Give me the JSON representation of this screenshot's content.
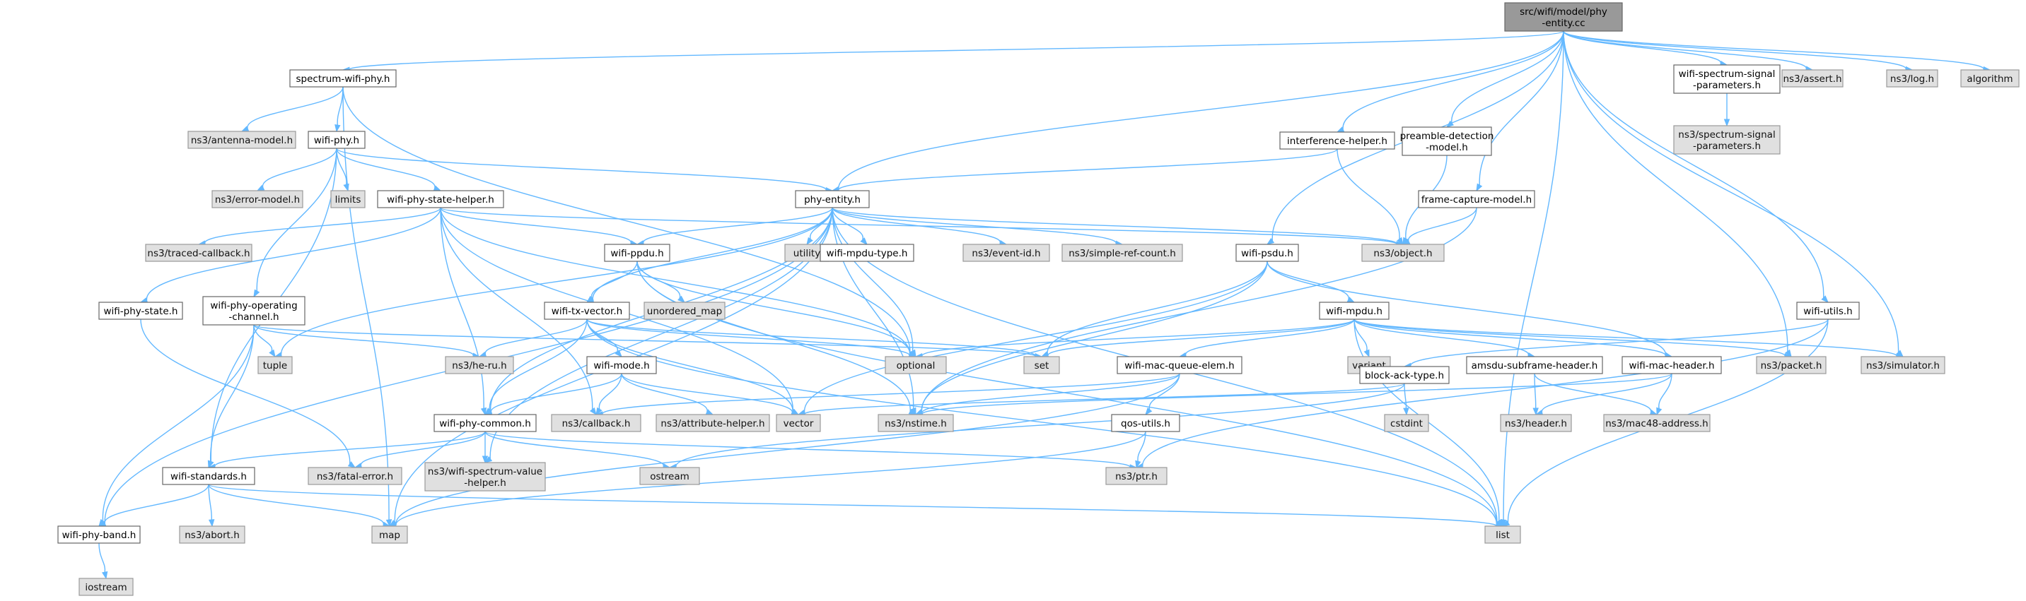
{
  "nodes": {
    "root": {
      "lines": [
        "src/wifi/model/phy",
        "-entity.cc"
      ],
      "kind": "root"
    },
    "spectrum_wifi_phy": {
      "lines": [
        "spectrum-wifi-phy.h"
      ],
      "kind": "local"
    },
    "antenna_model": {
      "lines": [
        "ns3/antenna-model.h"
      ],
      "kind": "ext"
    },
    "wifi_phy": {
      "lines": [
        "wifi-phy.h"
      ],
      "kind": "local"
    },
    "error_model": {
      "lines": [
        "ns3/error-model.h"
      ],
      "kind": "ext"
    },
    "limits": {
      "lines": [
        "limits"
      ],
      "kind": "ext"
    },
    "wifi_phy_state_helper": {
      "lines": [
        "wifi-phy-state-helper.h"
      ],
      "kind": "local"
    },
    "traced_callback": {
      "lines": [
        "ns3/traced-callback.h"
      ],
      "kind": "ext"
    },
    "wifi_phy_state": {
      "lines": [
        "wifi-phy-state.h"
      ],
      "kind": "local"
    },
    "wifi_phy_operating_channel": {
      "lines": [
        "wifi-phy-operating",
        "-channel.h"
      ],
      "kind": "local"
    },
    "tuple": {
      "lines": [
        "tuple"
      ],
      "kind": "ext"
    },
    "wifi_standards": {
      "lines": [
        "wifi-standards.h"
      ],
      "kind": "local"
    },
    "wifi_phy_band": {
      "lines": [
        "wifi-phy-band.h"
      ],
      "kind": "local"
    },
    "iostream": {
      "lines": [
        "iostream"
      ],
      "kind": "ext"
    },
    "abort": {
      "lines": [
        "ns3/abort.h"
      ],
      "kind": "ext"
    },
    "map": {
      "lines": [
        "map"
      ],
      "kind": "ext"
    },
    "fatal_error": {
      "lines": [
        "ns3/fatal-error.h"
      ],
      "kind": "ext"
    },
    "he_ru": {
      "lines": [
        "ns3/he-ru.h"
      ],
      "kind": "ext"
    },
    "wifi_phy_common": {
      "lines": [
        "wifi-phy-common.h"
      ],
      "kind": "local"
    },
    "wifi_spectrum_value_helper": {
      "lines": [
        "ns3/wifi-spectrum-value",
        "-helper.h"
      ],
      "kind": "ext"
    },
    "ostream": {
      "lines": [
        "ostream"
      ],
      "kind": "ext"
    },
    "ns3_ptr": {
      "lines": [
        "ns3/ptr.h"
      ],
      "kind": "ext"
    },
    "wifi_mode": {
      "lines": [
        "wifi-mode.h"
      ],
      "kind": "local"
    },
    "ns3_callback": {
      "lines": [
        "ns3/callback.h"
      ],
      "kind": "ext"
    },
    "attribute_helper": {
      "lines": [
        "ns3/attribute-helper.h"
      ],
      "kind": "ext"
    },
    "vector": {
      "lines": [
        "vector"
      ],
      "kind": "ext"
    },
    "nstime": {
      "lines": [
        "ns3/nstime.h"
      ],
      "kind": "ext"
    },
    "wifi_tx_vector": {
      "lines": [
        "wifi-tx-vector.h"
      ],
      "kind": "local"
    },
    "wifi_ppdu": {
      "lines": [
        "wifi-ppdu.h"
      ],
      "kind": "local"
    },
    "unordered_map": {
      "lines": [
        "unordered_map"
      ],
      "kind": "ext"
    },
    "optional": {
      "lines": [
        "optional"
      ],
      "kind": "ext"
    },
    "set": {
      "lines": [
        "set"
      ],
      "kind": "ext"
    },
    "list": {
      "lines": [
        "list"
      ],
      "kind": "ext"
    },
    "phy_entity": {
      "lines": [
        "phy-entity.h"
      ],
      "kind": "local"
    },
    "utility": {
      "lines": [
        "utility"
      ],
      "kind": "ext"
    },
    "wifi_mpdu_type": {
      "lines": [
        "wifi-mpdu-type.h"
      ],
      "kind": "local"
    },
    "event_id": {
      "lines": [
        "ns3/event-id.h"
      ],
      "kind": "ext"
    },
    "simple_ref_count": {
      "lines": [
        "ns3/simple-ref-count.h"
      ],
      "kind": "ext"
    },
    "ns3_object": {
      "lines": [
        "ns3/object.h"
      ],
      "kind": "ext"
    },
    "interference_helper": {
      "lines": [
        "interference-helper.h"
      ],
      "kind": "local"
    },
    "preamble_detection": {
      "lines": [
        "preamble-detection",
        "-model.h"
      ],
      "kind": "local"
    },
    "frame_capture": {
      "lines": [
        "frame-capture-model.h"
      ],
      "kind": "local"
    },
    "wifi_psdu": {
      "lines": [
        "wifi-psdu.h"
      ],
      "kind": "local"
    },
    "wifi_mpdu": {
      "lines": [
        "wifi-mpdu.h"
      ],
      "kind": "local"
    },
    "variant": {
      "lines": [
        "variant"
      ],
      "kind": "ext"
    },
    "wifi_mac_queue_elem": {
      "lines": [
        "wifi-mac-queue-elem.h"
      ],
      "kind": "local"
    },
    "qos_utils": {
      "lines": [
        "qos-utils.h"
      ],
      "kind": "local"
    },
    "block_ack_type": {
      "lines": [
        "block-ack-type.h"
      ],
      "kind": "local"
    },
    "cstdint": {
      "lines": [
        "cstdint"
      ],
      "kind": "ext"
    },
    "amsdu_subframe_header": {
      "lines": [
        "amsdu-subframe-header.h"
      ],
      "kind": "local"
    },
    "wifi_mac_header": {
      "lines": [
        "wifi-mac-header.h"
      ],
      "kind": "local"
    },
    "ns3_header": {
      "lines": [
        "ns3/header.h"
      ],
      "kind": "ext"
    },
    "mac48_address": {
      "lines": [
        "ns3/mac48-address.h"
      ],
      "kind": "ext"
    },
    "ns3_packet": {
      "lines": [
        "ns3/packet.h"
      ],
      "kind": "ext"
    },
    "ns3_simulator": {
      "lines": [
        "ns3/simulator.h"
      ],
      "kind": "ext"
    },
    "wifi_utils": {
      "lines": [
        "wifi-utils.h"
      ],
      "kind": "local"
    },
    "wifi_spectrum_signal_params": {
      "lines": [
        "wifi-spectrum-signal",
        "-parameters.h"
      ],
      "kind": "local"
    },
    "ns3_spectrum_signal_params": {
      "lines": [
        "ns3/spectrum-signal",
        "-parameters.h"
      ],
      "kind": "ext"
    },
    "ns3_assert": {
      "lines": [
        "ns3/assert.h"
      ],
      "kind": "ext"
    },
    "ns3_log": {
      "lines": [
        "ns3/log.h"
      ],
      "kind": "ext"
    },
    "algorithm": {
      "lines": [
        "algorithm"
      ],
      "kind": "ext"
    }
  },
  "edges": [
    [
      "root",
      "spectrum_wifi_phy"
    ],
    [
      "root",
      "phy_entity"
    ],
    [
      "root",
      "interference_helper"
    ],
    [
      "root",
      "preamble_detection"
    ],
    [
      "root",
      "frame_capture"
    ],
    [
      "root",
      "wifi_psdu"
    ],
    [
      "root",
      "wifi_utils"
    ],
    [
      "root",
      "wifi_spectrum_signal_params"
    ],
    [
      "root",
      "ns3_assert"
    ],
    [
      "root",
      "ns3_log"
    ],
    [
      "root",
      "algorithm"
    ],
    [
      "root",
      "ns3_packet"
    ],
    [
      "root",
      "ns3_simulator"
    ],
    [
      "root",
      "list"
    ],
    [
      "spectrum_wifi_phy",
      "antenna_model"
    ],
    [
      "spectrum_wifi_phy",
      "wifi_phy"
    ],
    [
      "spectrum_wifi_phy",
      "optional"
    ],
    [
      "spectrum_wifi_phy",
      "map"
    ],
    [
      "wifi_phy",
      "error_model"
    ],
    [
      "wifi_phy",
      "limits"
    ],
    [
      "wifi_phy",
      "wifi_phy_state_helper"
    ],
    [
      "wifi_phy",
      "phy_entity"
    ],
    [
      "wifi_phy",
      "wifi_phy_operating_channel"
    ],
    [
      "wifi_phy",
      "wifi_standards"
    ],
    [
      "wifi_phy_state_helper",
      "traced_callback"
    ],
    [
      "wifi_phy_state_helper",
      "wifi_phy_state"
    ],
    [
      "wifi_phy_state_helper",
      "wifi_ppdu"
    ],
    [
      "wifi_phy_state_helper",
      "ns3_object"
    ],
    [
      "wifi_phy_state_helper",
      "ns3_callback"
    ],
    [
      "wifi_phy_state_helper",
      "wifi_phy_common"
    ],
    [
      "wifi_phy_state_helper",
      "vector"
    ],
    [
      "wifi_phy_state_helper",
      "optional"
    ],
    [
      "wifi_phy_state",
      "fatal_error"
    ],
    [
      "wifi_phy_operating_channel",
      "tuple"
    ],
    [
      "wifi_phy_operating_channel",
      "he_ru"
    ],
    [
      "wifi_phy_operating_channel",
      "wifi_standards"
    ],
    [
      "wifi_phy_operating_channel",
      "wifi_phy_band"
    ],
    [
      "wifi_phy_operating_channel",
      "set"
    ],
    [
      "wifi_standards",
      "wifi_phy_band"
    ],
    [
      "wifi_standards",
      "abort"
    ],
    [
      "wifi_standards",
      "map"
    ],
    [
      "wifi_standards",
      "list"
    ],
    [
      "wifi_phy_band",
      "iostream"
    ],
    [
      "wifi_phy_common",
      "wifi_standards"
    ],
    [
      "wifi_phy_common",
      "fatal_error"
    ],
    [
      "wifi_phy_common",
      "wifi_spectrum_value_helper"
    ],
    [
      "wifi_phy_common",
      "ostream"
    ],
    [
      "wifi_phy_common",
      "ns3_ptr"
    ],
    [
      "wifi_mode",
      "wifi_phy_common"
    ],
    [
      "wifi_mode",
      "ns3_callback"
    ],
    [
      "wifi_mode",
      "attribute_helper"
    ],
    [
      "wifi_mode",
      "vector"
    ],
    [
      "wifi_tx_vector",
      "wifi_mode"
    ],
    [
      "wifi_tx_vector",
      "he_ru"
    ],
    [
      "wifi_tx_vector",
      "wifi_phy_common"
    ],
    [
      "wifi_tx_vector",
      "optional"
    ],
    [
      "wifi_tx_vector",
      "set"
    ],
    [
      "wifi_tx_vector",
      "list"
    ],
    [
      "wifi_tx_vector",
      "vector"
    ],
    [
      "wifi_ppdu",
      "wifi_tx_vector"
    ],
    [
      "wifi_ppdu",
      "unordered_map"
    ],
    [
      "wifi_ppdu",
      "nstime"
    ],
    [
      "wifi_ppdu",
      "optional"
    ],
    [
      "wifi_ppdu",
      "list"
    ],
    [
      "phy_entity",
      "wifi_ppdu"
    ],
    [
      "phy_entity",
      "wifi_tx_vector"
    ],
    [
      "phy_entity",
      "utility"
    ],
    [
      "phy_entity",
      "wifi_mpdu_type"
    ],
    [
      "phy_entity",
      "event_id"
    ],
    [
      "phy_entity",
      "simple_ref_count"
    ],
    [
      "phy_entity",
      "ns3_object"
    ],
    [
      "phy_entity",
      "nstime"
    ],
    [
      "phy_entity",
      "optional"
    ],
    [
      "phy_entity",
      "tuple"
    ],
    [
      "phy_entity",
      "map"
    ],
    [
      "phy_entity",
      "list"
    ],
    [
      "phy_entity",
      "wifi_phy_band"
    ],
    [
      "phy_entity",
      "wifi_spectrum_value_helper"
    ],
    [
      "phy_entity",
      "wifi_phy_common"
    ],
    [
      "interference_helper",
      "phy_entity"
    ],
    [
      "interference_helper",
      "ns3_object"
    ],
    [
      "preamble_detection",
      "ns3_object"
    ],
    [
      "frame_capture",
      "ns3_object"
    ],
    [
      "frame_capture",
      "nstime"
    ],
    [
      "wifi_psdu",
      "wifi_mpdu"
    ],
    [
      "wifi_psdu",
      "nstime"
    ],
    [
      "wifi_psdu",
      "set"
    ],
    [
      "wifi_psdu",
      "vector"
    ],
    [
      "wifi_psdu",
      "wifi_mac_header"
    ],
    [
      "wifi_mpdu",
      "optional"
    ],
    [
      "wifi_mpdu",
      "set"
    ],
    [
      "wifi_mpdu",
      "variant"
    ],
    [
      "wifi_mpdu",
      "wifi_mac_queue_elem"
    ],
    [
      "wifi_mpdu",
      "amsdu_subframe_header"
    ],
    [
      "wifi_mpdu",
      "wifi_mac_header"
    ],
    [
      "wifi_mpdu",
      "ns3_packet"
    ],
    [
      "wifi_mpdu",
      "ns3_simulator"
    ],
    [
      "wifi_mpdu",
      "list"
    ],
    [
      "wifi_mac_queue_elem",
      "qos_utils"
    ],
    [
      "wifi_mac_queue_elem",
      "ns3_callback"
    ],
    [
      "wifi_mac_queue_elem",
      "nstime"
    ],
    [
      "wifi_mac_queue_elem",
      "map"
    ],
    [
      "qos_utils",
      "ns3_ptr"
    ],
    [
      "qos_utils",
      "map"
    ],
    [
      "block_ack_type",
      "cstdint"
    ],
    [
      "block_ack_type",
      "ostream"
    ],
    [
      "block_ack_type",
      "vector"
    ],
    [
      "amsdu_subframe_header",
      "ns3_header"
    ],
    [
      "amsdu_subframe_header",
      "mac48_address"
    ],
    [
      "wifi_mac_header",
      "ns3_header"
    ],
    [
      "wifi_mac_header",
      "mac48_address"
    ],
    [
      "wifi_mac_header",
      "nstime"
    ],
    [
      "wifi_utils",
      "block_ack_type"
    ],
    [
      "wifi_utils",
      "ns3_ptr"
    ],
    [
      "wifi_utils",
      "list"
    ],
    [
      "wifi_spectrum_signal_params",
      "ns3_spectrum_signal_params"
    ]
  ]
}
